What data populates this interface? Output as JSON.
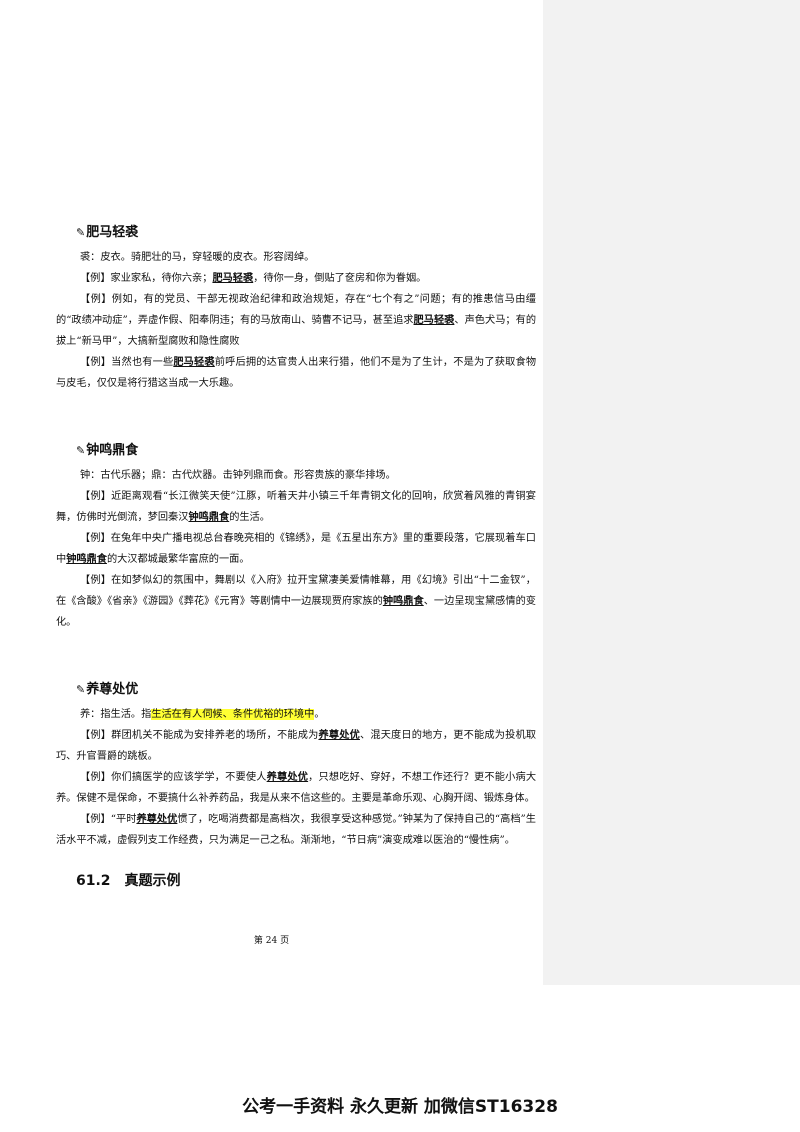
{
  "entries": [
    {
      "icon": "pencil-icon",
      "title": "肥马轻裘",
      "definition": "裘：皮衣。骑肥壮的马，穿轻暖的皮衣。形容阔绰。",
      "examples": [
        {
          "pre": "【例】家业家私，待你六亲；",
          "term": "肥马轻裘",
          "post": "，待你一身，倒贴了奁房和你为眷姻。"
        },
        {
          "pre": "【例】例如，有的党员、干部无视政治纪律和政治规矩，存在“七个有之”问题；有的推患信马由缰的“政绩冲动症”，弄虚作假、阳奉阴违；有的马放南山、骑曹不记马，甚至追求",
          "term": "肥马轻裘",
          "post": "、声色犬马；有的拔上“新马甲”，大搞新型腐败和隐性腐败"
        },
        {
          "pre": "【例】当然也有一些",
          "term": "肥马轻裘",
          "post": "前呼后拥的达官贵人出来行猎，他们不是为了生计，不是为了获取食物与皮毛，仅仅是将行猎这当成一大乐趣。"
        }
      ]
    },
    {
      "icon": "pencil-icon",
      "title": "钟鸣鼎食",
      "definition": "钟：古代乐器；鼎：古代炊器。击钟列鼎而食。形容贵族的豪华排场。",
      "examples": [
        {
          "pre": "【例】近距离观看“长江微笑天使”江豚，听着天井小镇三千年青铜文化的回响，欣赏着风雅的青铜宴舞，仿佛时光倒流，梦回秦汉",
          "term": "钟鸣鼎食",
          "post": "的生活。"
        },
        {
          "pre": "【例】在兔年中央广播电视总台春晚亮相的《锦绣》，是《五星出东方》里的重要段落，它展现着车口中",
          "term": "钟鸣鼎食",
          "post": "的大汉都城最繁华富庶的一面。"
        },
        {
          "pre": "【例】在如梦似幻的氛围中，舞剧以《入府》拉开宝黛凄美爱情帷幕，用《幻境》引出“十二金钗”，在《含酸》《省亲》《游园》《葬花》《元宵》等剧情中一边展现贾府家族的",
          "term": "钟鸣鼎食",
          "post": "、一边呈现宝黛感情的变化。"
        }
      ]
    },
    {
      "icon": "pencil-icon",
      "title": "养尊处优",
      "definition_pre": "养：指生活。指",
      "definition_highlight": "生活在有人伺候、条件优裕的环境中",
      "definition_post": "。",
      "examples": [
        {
          "pre": "【例】群团机关不能成为安排养老的场所，不能成为",
          "term": "养尊处优",
          "post": "、混天度日的地方，更不能成为投机取巧、升官晋爵的跳板。"
        },
        {
          "pre": "【例】你们搞医学的应该学学，不要使人",
          "term": "养尊处优",
          "post": "，只想吃好、穿好，不想工作还行？更不能小病大养。保健不是保命，不要搞什么补养药品，我是从来不信这些的。主要是革命乐观、心胸开阔、锻炼身体。"
        },
        {
          "pre": "【例】“平时",
          "term": "养尊处优",
          "post": "惯了，吃喝消费都是高档次，我很享受这种感觉。”钟某为了保持自己的“高档”生活水平不减，虚假列支工作经费，只为满足一己之私。渐渐地，“节日病”演变成难以医治的“慢性病”。"
        }
      ]
    }
  ],
  "section": {
    "number": "61.2",
    "title": "真题示例"
  },
  "page_number": "第 24 页",
  "footer_ad": "公考一手资料 永久更新 加微信ST16328"
}
